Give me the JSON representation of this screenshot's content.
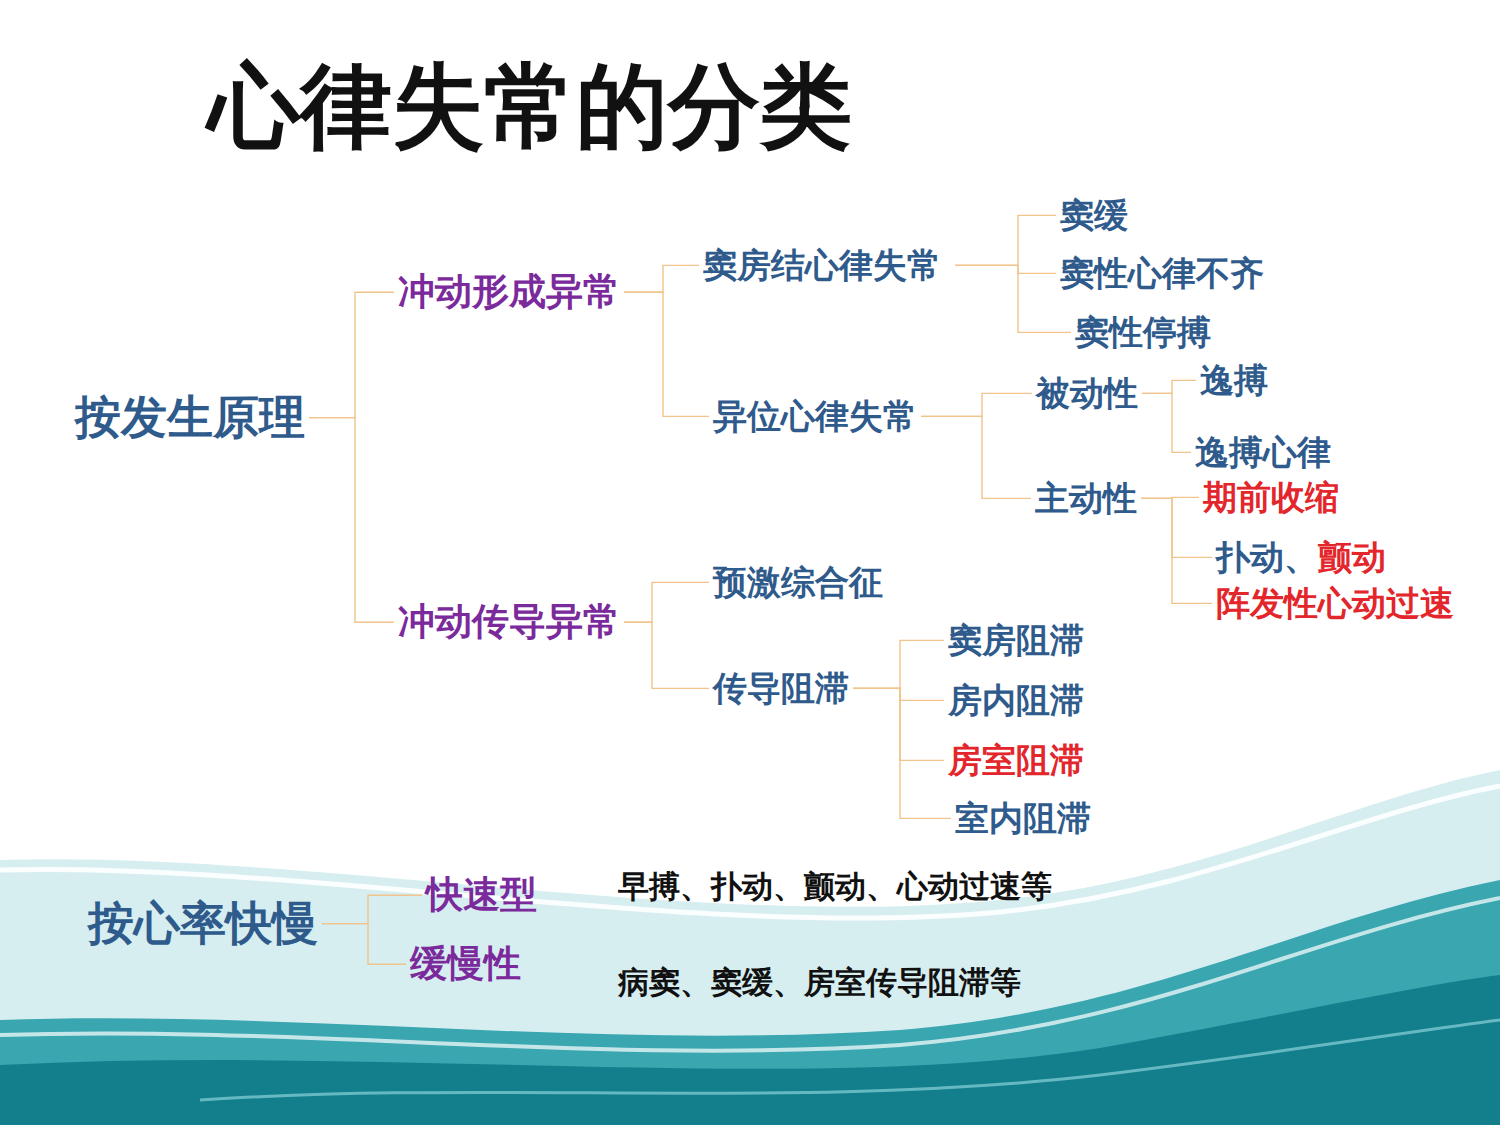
{
  "diagram": {
    "title": "心律失常的分类",
    "nodes": [
      {
        "text": [
          "按发生原理"
        ]
      },
      {
        "text": [
          "冲动形成异常"
        ]
      },
      {
        "text": [
          "窦房结心律失常"
        ]
      },
      {
        "text": [
          "窦缓"
        ]
      },
      {
        "text": [
          "窦性心律不齐"
        ]
      },
      {
        "text": [
          "窦性停搏"
        ]
      },
      {
        "text": [
          "异位心律失常"
        ]
      },
      {
        "text": [
          "被动性"
        ]
      },
      {
        "text": [
          "逸搏"
        ]
      },
      {
        "text": [
          "逸搏心律"
        ]
      },
      {
        "text": [
          "主动性"
        ]
      },
      {
        "text": [
          "期前收缩"
        ]
      },
      {
        "text": [
          "扑动、",
          "颤动"
        ]
      },
      {
        "text": [
          "阵发性心动过速"
        ]
      },
      {
        "text": [
          "冲动传导异常"
        ]
      },
      {
        "text": [
          "预激综合征"
        ]
      },
      {
        "text": [
          "传导阻滞"
        ]
      },
      {
        "text": [
          "窦房阻滞"
        ]
      },
      {
        "text": [
          "房内阻滞"
        ]
      },
      {
        "text": [
          "房室阻滞"
        ]
      },
      {
        "text": [
          "室内阻滞"
        ]
      },
      {
        "text": [
          "按心率快慢"
        ]
      },
      {
        "text": [
          "快速型"
        ]
      },
      {
        "text": [
          "缓慢性"
        ]
      }
    ],
    "edges": [
      {
        "from": 0,
        "to": 1,
        "arrow": "none"
      },
      {
        "from": 0,
        "to": 14,
        "arrow": "none"
      },
      {
        "from": 1,
        "to": 2,
        "arrow": "none"
      },
      {
        "from": 1,
        "to": 6,
        "arrow": "none"
      },
      {
        "from": 2,
        "to": 3,
        "arrow": "none"
      },
      {
        "from": 2,
        "to": 4,
        "arrow": "none"
      },
      {
        "from": 2,
        "to": 5,
        "arrow": "none"
      },
      {
        "from": 6,
        "to": 7,
        "arrow": "none"
      },
      {
        "from": 6,
        "to": 10,
        "arrow": "none"
      },
      {
        "from": 7,
        "to": 8,
        "arrow": "none"
      },
      {
        "from": 7,
        "to": 9,
        "arrow": "none"
      },
      {
        "from": 10,
        "to": 11,
        "arrow": "none"
      },
      {
        "from": 10,
        "to": 12,
        "arrow": "none"
      },
      {
        "from": 10,
        "to": 13,
        "arrow": "none"
      },
      {
        "from": 14,
        "to": 15,
        "arrow": "none"
      },
      {
        "from": 14,
        "to": 16,
        "arrow": "none"
      },
      {
        "from": 16,
        "to": 17,
        "arrow": "none"
      },
      {
        "from": 16,
        "to": 18,
        "arrow": "none"
      },
      {
        "from": 16,
        "to": 19,
        "arrow": "none"
      },
      {
        "from": 16,
        "to": 20,
        "arrow": "none"
      },
      {
        "from": 21,
        "to": 22,
        "arrow": "none"
      },
      {
        "from": 21,
        "to": 23,
        "arrow": "none"
      }
    ],
    "labels": [
      "早搏、扑动、颤动、心动过速等",
      "病窦、窦缓、房室传导阻滞等"
    ]
  }
}
